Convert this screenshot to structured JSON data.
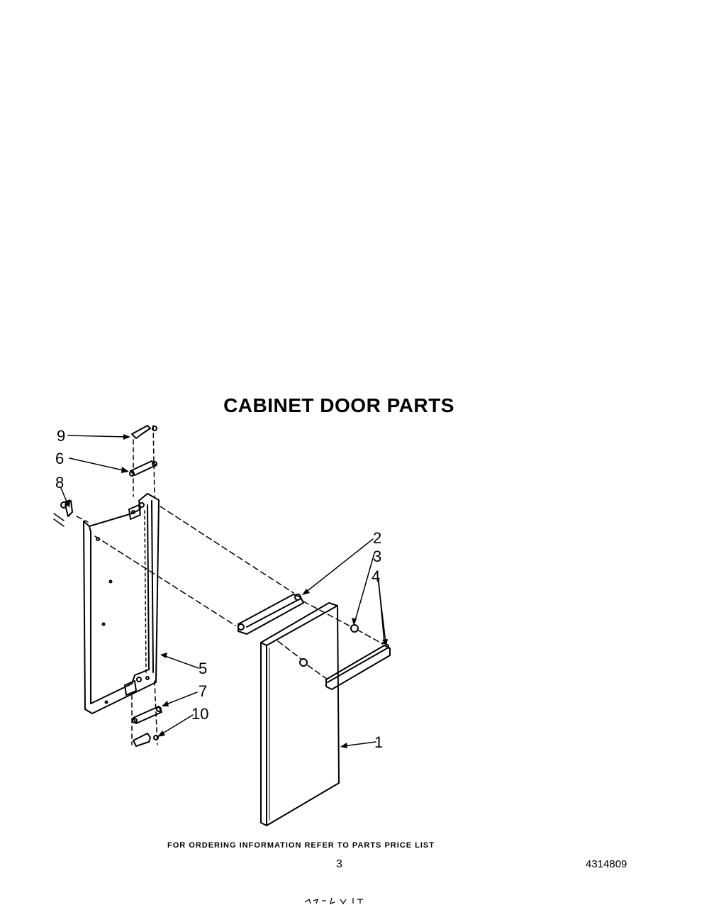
{
  "title": "CABINET DOOR PARTS",
  "callouts": {
    "c1": "1",
    "c2": "2",
    "c3": "3",
    "c4": "4",
    "c5": "5",
    "c6": "6",
    "c7": "7",
    "c8": "8",
    "c9": "9",
    "c10": "10"
  },
  "footer": {
    "note": "FOR ORDERING INFORMATION REFER TO PARTS PRICE LIST",
    "page_number": "3",
    "doc_number": "4314809"
  },
  "colors": {
    "ink": "#000000",
    "paper": "#ffffff"
  }
}
